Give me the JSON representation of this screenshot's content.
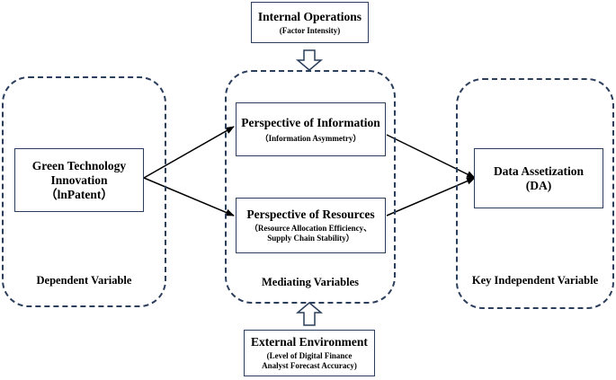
{
  "internal_operations": {
    "title": "Internal Operations",
    "subtitle": "(Factor Intensity)"
  },
  "external_environment": {
    "title": "External Environment",
    "subtitle_line1": "(Level of Digital Finance",
    "subtitle_line2": "Analyst Forecast Accuracy)"
  },
  "dependent": {
    "box": {
      "line1": "Green Technology",
      "line2": "Innovation",
      "line3": "（lnPatent）"
    },
    "group_label": "Dependent Variable"
  },
  "mediating": {
    "information": {
      "title": "Perspective of Information",
      "subtitle": "（Information Asymmetry）"
    },
    "resources": {
      "title": "Perspective of Resources",
      "subtitle_line1": "（Resource Allocation Efficiency、",
      "subtitle_line2": "Supply Chain Stability）"
    },
    "group_label": "Mediating Variables"
  },
  "key": {
    "box": {
      "line1": "Data Assetization",
      "line2": "(DA)"
    },
    "group_label": "Key Independent Variable"
  },
  "colors": {
    "border": "#2b3e5c",
    "arrow": "#000000"
  }
}
